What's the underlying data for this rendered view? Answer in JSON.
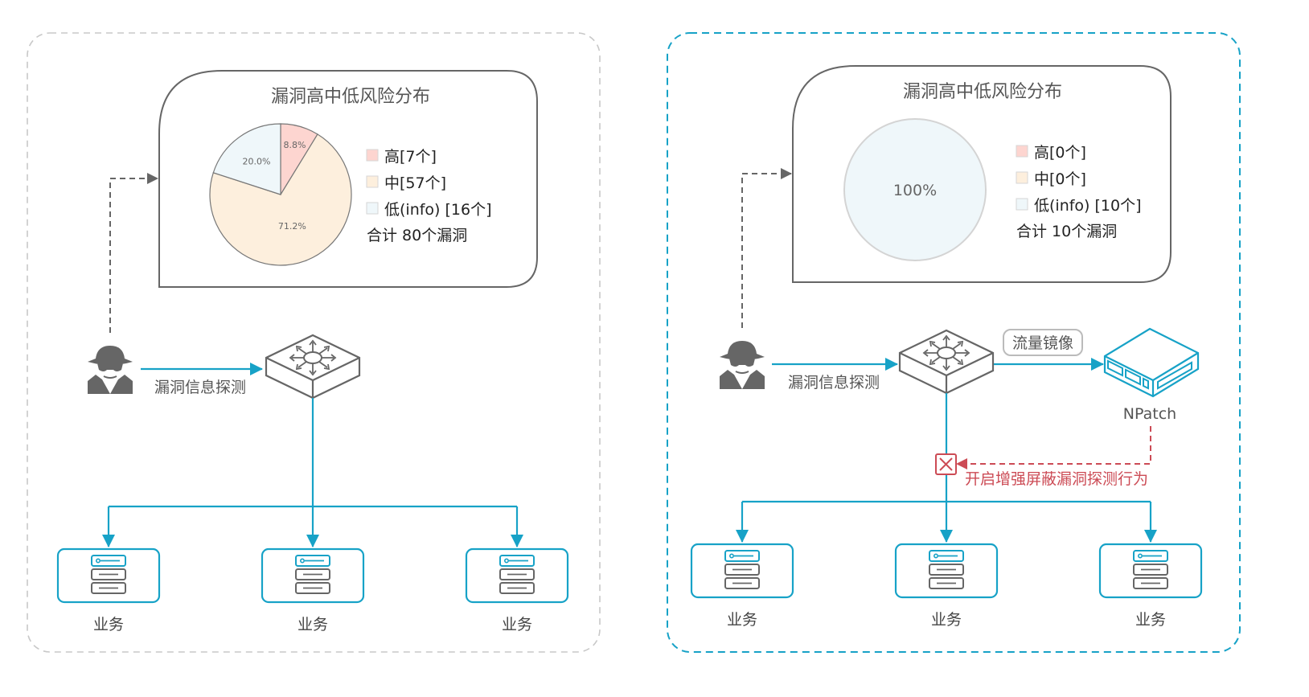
{
  "colors": {
    "accent": "#17a2c7",
    "alert": "#cc4b55",
    "icon_gray": "#666666",
    "high": "#fdd5d0",
    "medium": "#fdefdd",
    "low": "#eff7fa"
  },
  "left_panel": {
    "chart_title": "漏洞高中低风险分布",
    "legend": [
      {
        "label": "高[7个]",
        "color_key": "high"
      },
      {
        "label": "中[57个]",
        "color_key": "medium"
      },
      {
        "label": "低(info) [16个]",
        "color_key": "low"
      }
    ],
    "total": "合计 80个漏洞",
    "probe_label": "漏洞信息探测",
    "services": [
      "业务",
      "业务",
      "业务"
    ]
  },
  "right_panel": {
    "chart_title": "漏洞高中低风险分布",
    "legend": [
      {
        "label": "高[0个]",
        "color_key": "high"
      },
      {
        "label": "中[0个]",
        "color_key": "medium"
      },
      {
        "label": "低(info) [10个]",
        "color_key": "low"
      }
    ],
    "total": "合计 10个漏洞",
    "probe_label": "漏洞信息探测",
    "mirror_label": "流量镜像",
    "npatch_label": "NPatch",
    "block_label": "开启增强屏蔽漏洞探测行为",
    "services": [
      "业务",
      "业务",
      "业务"
    ]
  },
  "chart_data": [
    {
      "type": "pie",
      "title": "漏洞高中低风险分布",
      "categories": [
        "高",
        "中",
        "低(info)"
      ],
      "values": [
        7,
        57,
        16
      ],
      "labels": [
        "8.8%",
        "71.2%",
        "20.0%"
      ],
      "colors": [
        "#fdd5d0",
        "#fdefdd",
        "#eff7fa"
      ],
      "legend": "right"
    },
    {
      "type": "pie",
      "title": "漏洞高中低风险分布",
      "categories": [
        "高",
        "中",
        "低(info)"
      ],
      "values": [
        0,
        0,
        10
      ],
      "labels": [
        "",
        "",
        "100%"
      ],
      "colors": [
        "#fdd5d0",
        "#fdefdd",
        "#eff7fa"
      ],
      "legend": "right"
    }
  ]
}
